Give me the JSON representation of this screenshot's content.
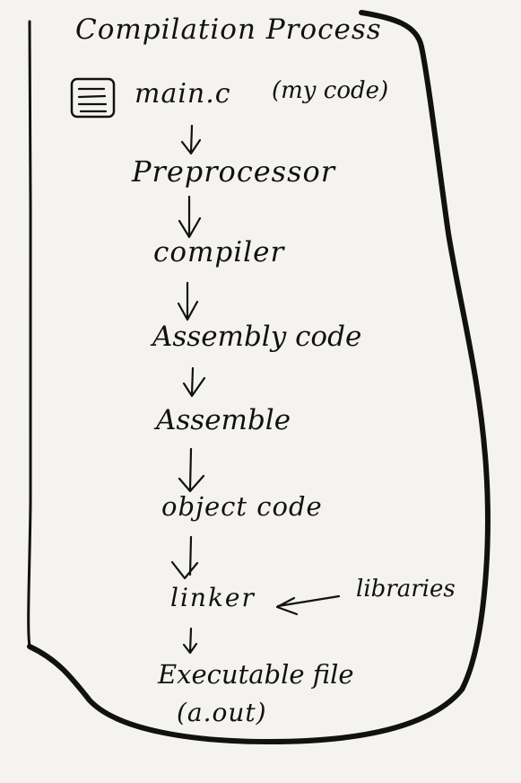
{
  "title": "Compilation Process",
  "main_file": {
    "name": "main.c",
    "note": "(my code)",
    "icon": "document-icon"
  },
  "steps": [
    "Preprocessor",
    "compiler",
    "Assembly code",
    "Assemble",
    "object code",
    "linker"
  ],
  "side_input": "libraries",
  "output": {
    "line1": "Executable file",
    "line2": "(a.out)"
  },
  "colors": {
    "background": "#f4f3f0",
    "ink": "#111111"
  }
}
